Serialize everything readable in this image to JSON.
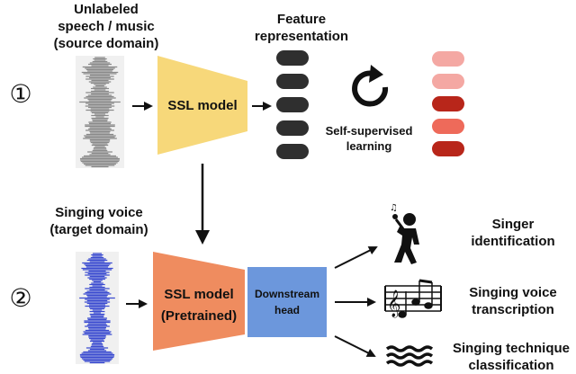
{
  "stage1": {
    "number": "①",
    "source_line1": "Unlabeled",
    "source_line2": "speech / music",
    "source_line3": "(source domain)",
    "model_label": "SSL model",
    "feature_line1": "Feature",
    "feature_line2": "representation",
    "ssl_line1": "Self-supervised",
    "ssl_line2": "learning",
    "feature_color": "#2f2f2f",
    "waveform_color": "#8a8a8a",
    "model_color": "#f7d87a",
    "target_colors": [
      "#f4a8a3",
      "#f4a8a3",
      "#b8261a",
      "#ee6a5a",
      "#b8261a"
    ]
  },
  "stage2": {
    "number": "②",
    "target_line1": "Singing voice",
    "target_line2": "(target domain)",
    "model_line1": "SSL model",
    "model_line2": "(Pretrained)",
    "head_line1": "Downstream",
    "head_line2": "head",
    "waveform_color": "#3b4bd0",
    "model_color": "#ef8c5f",
    "head_color": "#6c97dc"
  },
  "tasks": [
    {
      "line1": "Singer",
      "line2": "identification",
      "icon": "singer-icon"
    },
    {
      "line1": "Singing voice",
      "line2": "transcription",
      "icon": "music-score-icon"
    },
    {
      "line1": "Singing technique",
      "line2": "classification",
      "icon": "waves-icon"
    }
  ]
}
